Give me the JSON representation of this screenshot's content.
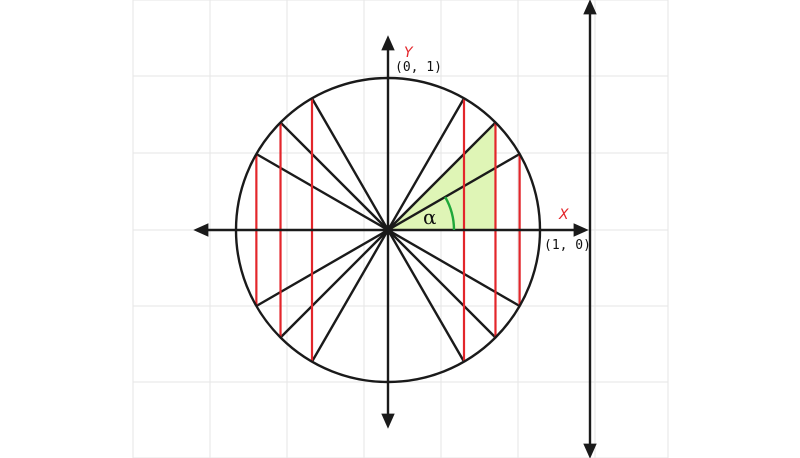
{
  "labels": {
    "y_axis": "Y",
    "x_axis": "X",
    "point_top": "(0, 1)",
    "point_right": "(1, 0)",
    "angle": "α"
  },
  "colors": {
    "background": "#ffffff",
    "grid": "#e6e6e6",
    "ink": "#1a1a1a",
    "chord": "#e3262b",
    "axis_label": "#e3262b",
    "arc": "#1fa83a",
    "wedge_fill": "#dff5b6"
  }
}
